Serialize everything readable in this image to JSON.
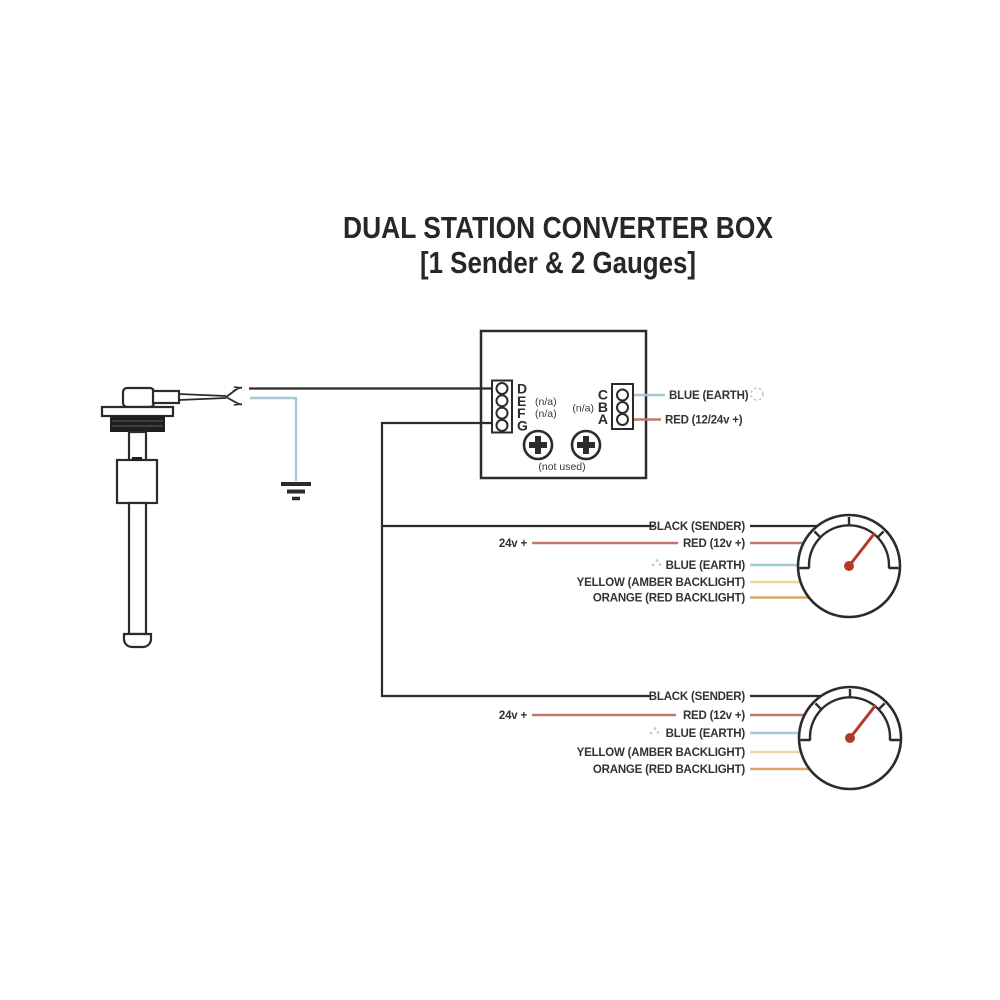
{
  "title": {
    "line1": "DUAL STATION CONVERTER BOX",
    "line2": "[1 Sender & 2 Gauges]"
  },
  "converter_box": {
    "terminals_left": [
      "D",
      "E",
      "F",
      "G"
    ],
    "terminal_e_note": "(n/a)",
    "terminal_f_note": "(n/a)",
    "terminals_right": [
      "C",
      "B",
      "A"
    ],
    "terminal_b_note": "(n/a)",
    "screws_note": "(not used)",
    "output_blue_label": "BLUE (EARTH)",
    "output_red_label": "RED (12/24v +)"
  },
  "gauge1": {
    "sender_label": "BLACK (SENDER)",
    "supply_label": "24v +",
    "positive_label": "RED (12v +)",
    "earth_label": "BLUE (EARTH)",
    "amber_backlight_label": "YELLOW (AMBER BACKLIGHT)",
    "red_backlight_label": "ORANGE (RED BACKLIGHT)"
  },
  "gauge2": {
    "sender_label": "BLACK (SENDER)",
    "supply_label": "24v +",
    "positive_label": "RED (12v +)",
    "earth_label": "BLUE (EARTH)",
    "amber_backlight_label": "YELLOW (AMBER BACKLIGHT)",
    "red_backlight_label": "ORANGE (RED BACKLIGHT)"
  },
  "icons": {
    "earth_symbol": "earth-ground-symbol",
    "faint_earth_mark": "earth-icon-faint"
  },
  "colors": {
    "line_black": "#2b2b2b",
    "wire_blue": "#a6c9d6",
    "wire_red": "#c07a6a",
    "wire_yellow": "#ead9a0",
    "wire_orange": "#d9a768",
    "needle_red": "#b23a2a",
    "faint_gray": "#c6c6c6"
  }
}
